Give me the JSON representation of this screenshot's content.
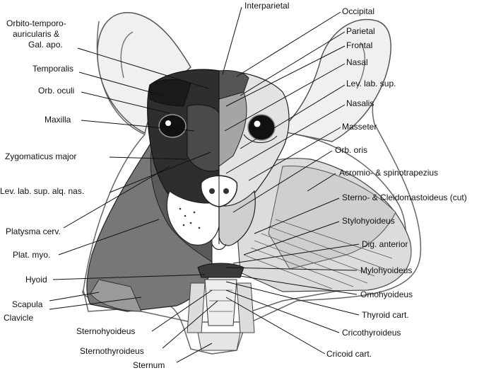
{
  "labels": {
    "orbito_temporo": [
      "Orbito-temporo-",
      "auricularis &",
      "Gal. apo."
    ],
    "temporalis": "Temporalis",
    "orb_oculi": "Orb. oculi",
    "maxilla": "Maxilla",
    "zygomaticus": "Zygomaticus major",
    "lev_lab_sup_alq": "Lev. lab. sup. alq. nas.",
    "platysma_cerv": "Platysma cerv.",
    "plat_myo": "Plat. myo.",
    "hyoid": "Hyoid",
    "scapula": "Scapula",
    "clavicle": "Clavicle",
    "sternohyoideus": "Sternohyoideus",
    "sternothyroideus": "Sternothyroideus",
    "sternum": "Sternum",
    "interparietal": "Interparietal",
    "occipital": "Occipital",
    "parietal": "Parietal",
    "frontal": "Frontal",
    "nasal": "Nasal",
    "lev_lab_sup": "Lev. lab. sup.",
    "nasalis": "Nasalis",
    "masseter": "Masseter",
    "orb_oris": "Orb. oris",
    "acromio": "Acromio- & spinotrapezius",
    "sterno_cleido": "Sterno- & Cleidomastoideus (cut)",
    "stylohyoideus": "Stylohyoideus",
    "dig_anterior": "Dig. anterior",
    "mylohyoideus": "Mylohyoideus",
    "omohyoideus": "Omohyoideus",
    "thyroid_cart": "Thyroid cart.",
    "cricothyroideus": "Cricothyroideus",
    "cricoid_cart": "Cricoid cart."
  }
}
